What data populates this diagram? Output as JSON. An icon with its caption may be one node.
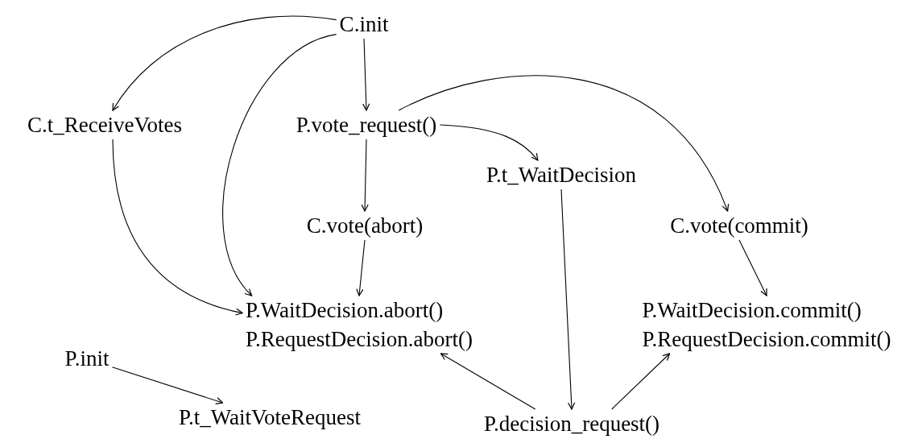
{
  "diagram": {
    "nodes": [
      {
        "text": [
          "C.init"
        ]
      },
      {
        "text": [
          "C.t_ReceiveVotes"
        ]
      },
      {
        "text": [
          "P.vote_request()"
        ]
      },
      {
        "text": [
          "P.t_WaitDecision"
        ]
      },
      {
        "text": [
          "C.vote(abort)"
        ]
      },
      {
        "text": [
          "C.vote(commit)"
        ]
      },
      {
        "text": [
          "P.WaitDecision.abort()",
          "P.RequestDecision.abort()"
        ]
      },
      {
        "text": [
          "P.WaitDecision.commit()",
          "P.RequestDecision.commit()"
        ]
      },
      {
        "text": [
          "P.init"
        ]
      },
      {
        "text": [
          "P.t_WaitVoteRequest"
        ]
      },
      {
        "text": [
          "P.decision_request()"
        ]
      }
    ],
    "edges": [
      {
        "from": 0,
        "to": 1,
        "arrow": "to"
      },
      {
        "from": 0,
        "to": 6,
        "arrow": "to"
      },
      {
        "from": 0,
        "to": 2,
        "arrow": "to"
      },
      {
        "from": 2,
        "to": 3,
        "arrow": "to"
      },
      {
        "from": 2,
        "to": 5,
        "arrow": "to"
      },
      {
        "from": 2,
        "to": 4,
        "arrow": "to"
      },
      {
        "from": 1,
        "to": 6,
        "arrow": "to"
      },
      {
        "from": 4,
        "to": 6,
        "arrow": "to"
      },
      {
        "from": 5,
        "to": 7,
        "arrow": "to"
      },
      {
        "from": 3,
        "to": 10,
        "arrow": "to"
      },
      {
        "from": 10,
        "to": 6,
        "arrow": "to"
      },
      {
        "from": 10,
        "to": 7,
        "arrow": "to"
      },
      {
        "from": 8,
        "to": 9,
        "arrow": "to"
      }
    ]
  }
}
